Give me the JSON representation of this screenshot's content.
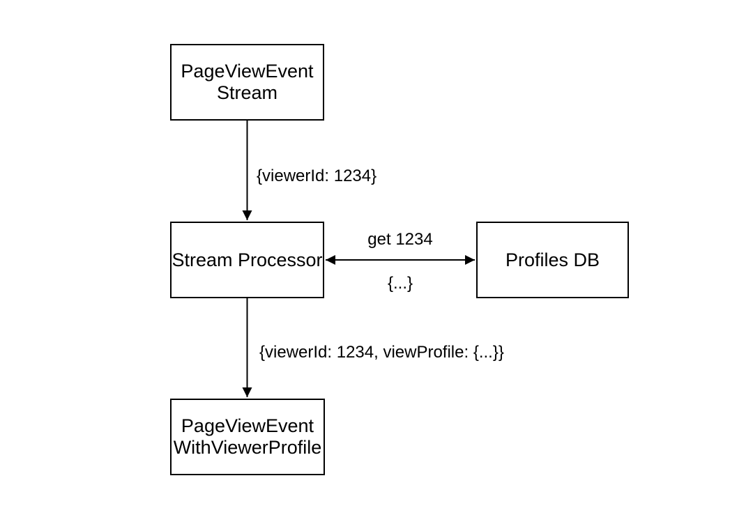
{
  "diagram": {
    "type": "flow-diagram",
    "background_color": "#ffffff",
    "stroke_color": "#000000",
    "text_color": "#000000",
    "nodes": [
      {
        "id": "pageviewevent-stream",
        "label": "PageViewEvent\nStream"
      },
      {
        "id": "stream-processor",
        "label": "Stream Processor"
      },
      {
        "id": "profiles-db",
        "label": "Profiles DB"
      },
      {
        "id": "pageviewevent-withviewerprofile",
        "label": "PageViewEvent\nWithViewerProfile"
      }
    ],
    "edges": [
      {
        "from": "pageviewevent-stream",
        "to": "stream-processor",
        "direction": "down",
        "label": "{viewerId: 1234}"
      },
      {
        "from": "stream-processor",
        "to": "profiles-db",
        "direction": "bidirectional",
        "label_top": "get 1234",
        "label_bottom": "{...}"
      },
      {
        "from": "stream-processor",
        "to": "pageviewevent-withviewerprofile",
        "direction": "down",
        "label": "{viewerId: 1234, viewProfile: {...}}"
      }
    ]
  }
}
